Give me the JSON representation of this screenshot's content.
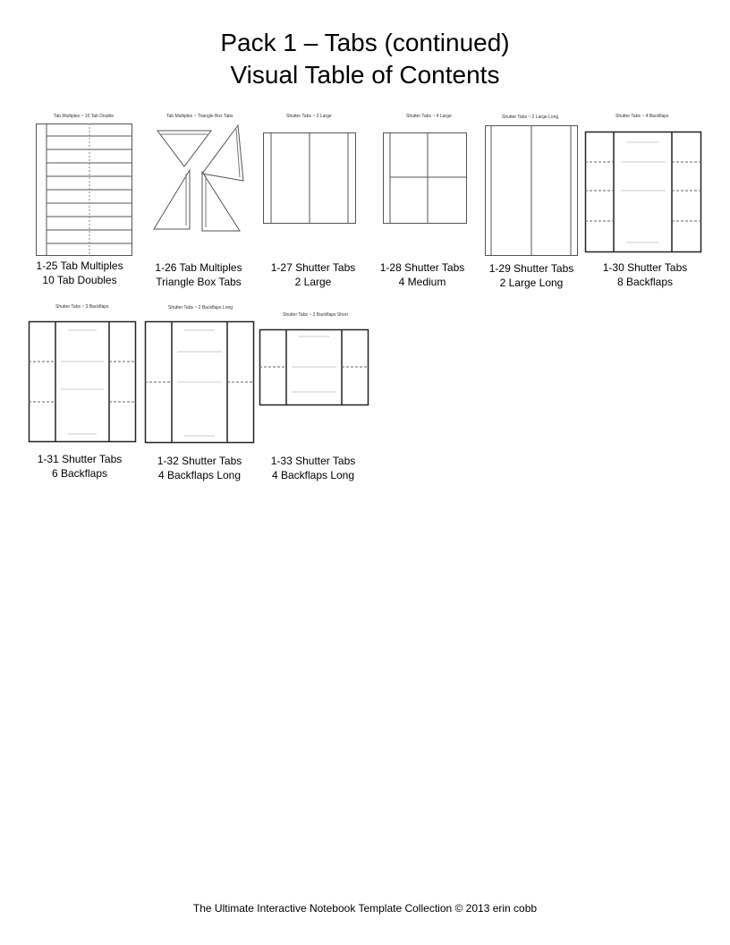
{
  "title_line1": "Pack 1 – Tabs (continued)",
  "title_line2": "Visual Table of Contents",
  "items": [
    {
      "header": "Tab Multiples ~ 10 Tab Double",
      "line1": "1-25 Tab Multiples",
      "line2": "10 Tab Doubles"
    },
    {
      "header": "Tab Multiples ~ Triangle Box Tabs",
      "line1": "1-26 Tab Multiples",
      "line2": "Triangle Box Tabs"
    },
    {
      "header": "Shutter Tabs ~ 2 Large",
      "line1": "1-27 Shutter Tabs",
      "line2": "2 Large"
    },
    {
      "header": "Shutter Tabs ~ 4 Large",
      "line1": "1-28 Shutter Tabs",
      "line2": "4 Medium"
    },
    {
      "header": "Shutter Tabs ~ 2 Large Long",
      "line1": "1-29 Shutter Tabs",
      "line2": "2 Large Long"
    },
    {
      "header": "Shutter Tabs ~ 4 Backflaps",
      "line1": "1-30 Shutter Tabs",
      "line2": "8 Backflaps"
    },
    {
      "header": "Shutter Tabs ~ 3 Backflaps",
      "line1": "1-31 Shutter Tabs",
      "line2": "6 Backflaps"
    },
    {
      "header": "Shutter Tabs ~ 2 Backflaps Long",
      "line1": "1-32 Shutter Tabs",
      "line2": "4 Backflaps Long"
    },
    {
      "header": "Shutter Tabs ~ 2 Backflaps Short",
      "line1": "1-33 Shutter Tabs",
      "line2": "4 Backflaps Long"
    }
  ],
  "footer": "The Ultimate Interactive Notebook Template Collection © 2013 erin cobb"
}
